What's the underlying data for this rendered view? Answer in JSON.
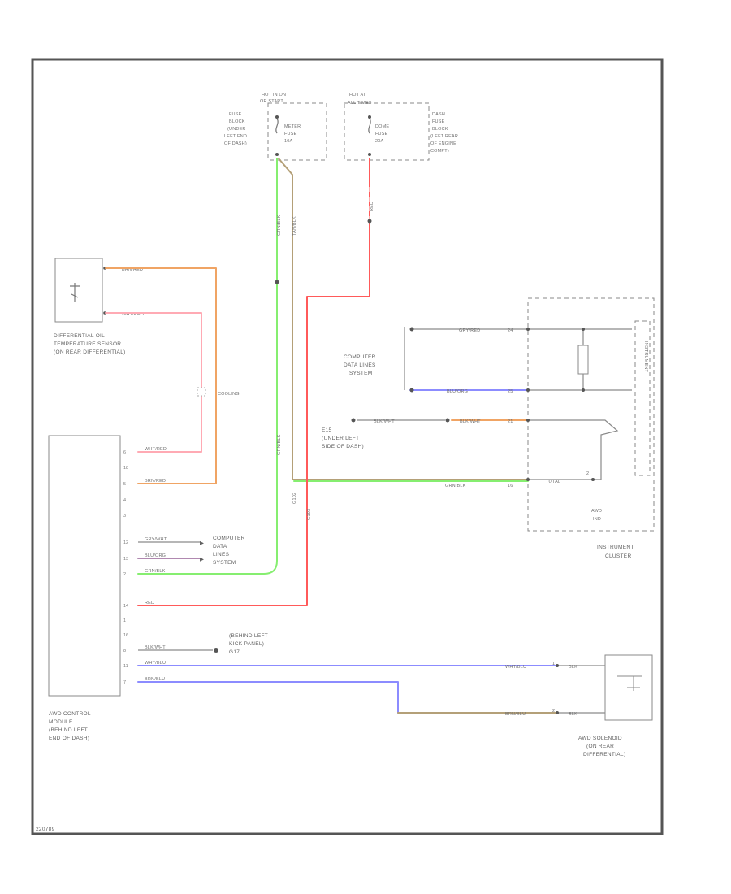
{
  "fuse_block_1": {
    "feed_line1": "HOT IN ON",
    "feed_line2": "OR START",
    "label_lines": [
      "FUSE",
      "BLOCK",
      "(UNDER",
      "LEFT END",
      "OF DASH)"
    ],
    "fuse_name": "METER",
    "fuse_line2": "FUSE",
    "rating": "10A"
  },
  "fuse_block_2": {
    "feed_line1": "HOT AT",
    "feed_line2": "ALL TIMES",
    "fuse_name": "DOME",
    "fuse_line2": "FUSE",
    "rating": "20A",
    "label_lines": [
      "DASH",
      "FUSE",
      "BLOCK",
      "(LEFT REAR",
      "OF ENGINE",
      "COMPT)"
    ]
  },
  "oil_temp_sensor": {
    "label_lines": [
      "DIFFERENTIAL OIL",
      "TEMPERATURE SENSOR",
      "(ON REAR DIFFERENTIAL)"
    ],
    "wire1": "BRN/RED",
    "wire2": "WHT/RED"
  },
  "splice": "COOLING",
  "wire_labels": {
    "vertical_green": "GRN/BLK",
    "vertical_tan": "TAN/BLK",
    "vertical_red": "RED",
    "lower_green": "GRN/BLK",
    "g102": "G102",
    "g103": "G103"
  },
  "computer_data_upper": {
    "label_lines": [
      "COMPUTER",
      "DATA LINES",
      "SYSTEM"
    ],
    "wire1": "GRY/RED",
    "pin1": "24",
    "wire2": "BLU/ORG",
    "pin2": "25"
  },
  "ground_e15": {
    "label_lines": [
      "E15",
      "(UNDER LEFT",
      "SIDE OF DASH)"
    ],
    "wire_a": "BLK/WHT",
    "wire_b": "BLK/WHT",
    "pin": "21"
  },
  "instrument_cluster": {
    "label_lines": [
      "INSTRUMENT",
      "CLUSTER"
    ],
    "indicator_lines": [
      "AWD",
      "IND"
    ],
    "side_label": "INSTRUMENT",
    "pin_wire_green": "GRN/BLK",
    "pin_green": "16",
    "pin_label_tan": "TOTAL",
    "pin_tan": "2"
  },
  "awd_module": {
    "label_lines": [
      "AWD CONTROL",
      "MODULE",
      "(BEHIND LEFT",
      "END OF DASH)"
    ],
    "pins": [
      {
        "num": "6",
        "wire": "WHT/RED"
      },
      {
        "num": "18",
        "wire": ""
      },
      {
        "num": "5",
        "wire": "BRN/RED"
      },
      {
        "num": "4",
        "wire": ""
      },
      {
        "num": "3",
        "wire": ""
      },
      {
        "num": "12",
        "wire": "GRY/WHT"
      },
      {
        "num": "13",
        "wire": "BLU/ORG"
      },
      {
        "num": "2",
        "wire": "GRN/BLK"
      },
      {
        "num": "14",
        "wire": "RED"
      },
      {
        "num": "1",
        "wire": ""
      },
      {
        "num": "16",
        "wire": ""
      },
      {
        "num": "8",
        "wire": "BLK/WHT"
      },
      {
        "num": "11",
        "wire": "WHT/BLU"
      },
      {
        "num": "7",
        "wire": "BRN/BLU"
      }
    ]
  },
  "computer_data_lower": {
    "label_lines": [
      "COMPUTER",
      "DATA",
      "LINES",
      "SYSTEM"
    ]
  },
  "ground_g17": {
    "label_lines": [
      "(BEHIND LEFT",
      "KICK PANEL)",
      "G17"
    ]
  },
  "awd_solenoid": {
    "label_lines": [
      "AWD SOLENOID",
      "(ON REAR",
      "DIFFERENTIAL)"
    ],
    "wire1": "WHT/BLU",
    "pin1": "1",
    "pin1_label": "BLK",
    "wire2": "BRN/BLU",
    "pin2": "2",
    "pin2_label": "BLK"
  },
  "footer_code": "220789",
  "colors": {
    "green": "#86ee70",
    "red": "#ff5a5a",
    "orange": "#f0a464",
    "pink": "#ffaab4",
    "blue": "#8c8cff",
    "tan": "#b4a078",
    "gray": "#8a8a8a"
  }
}
